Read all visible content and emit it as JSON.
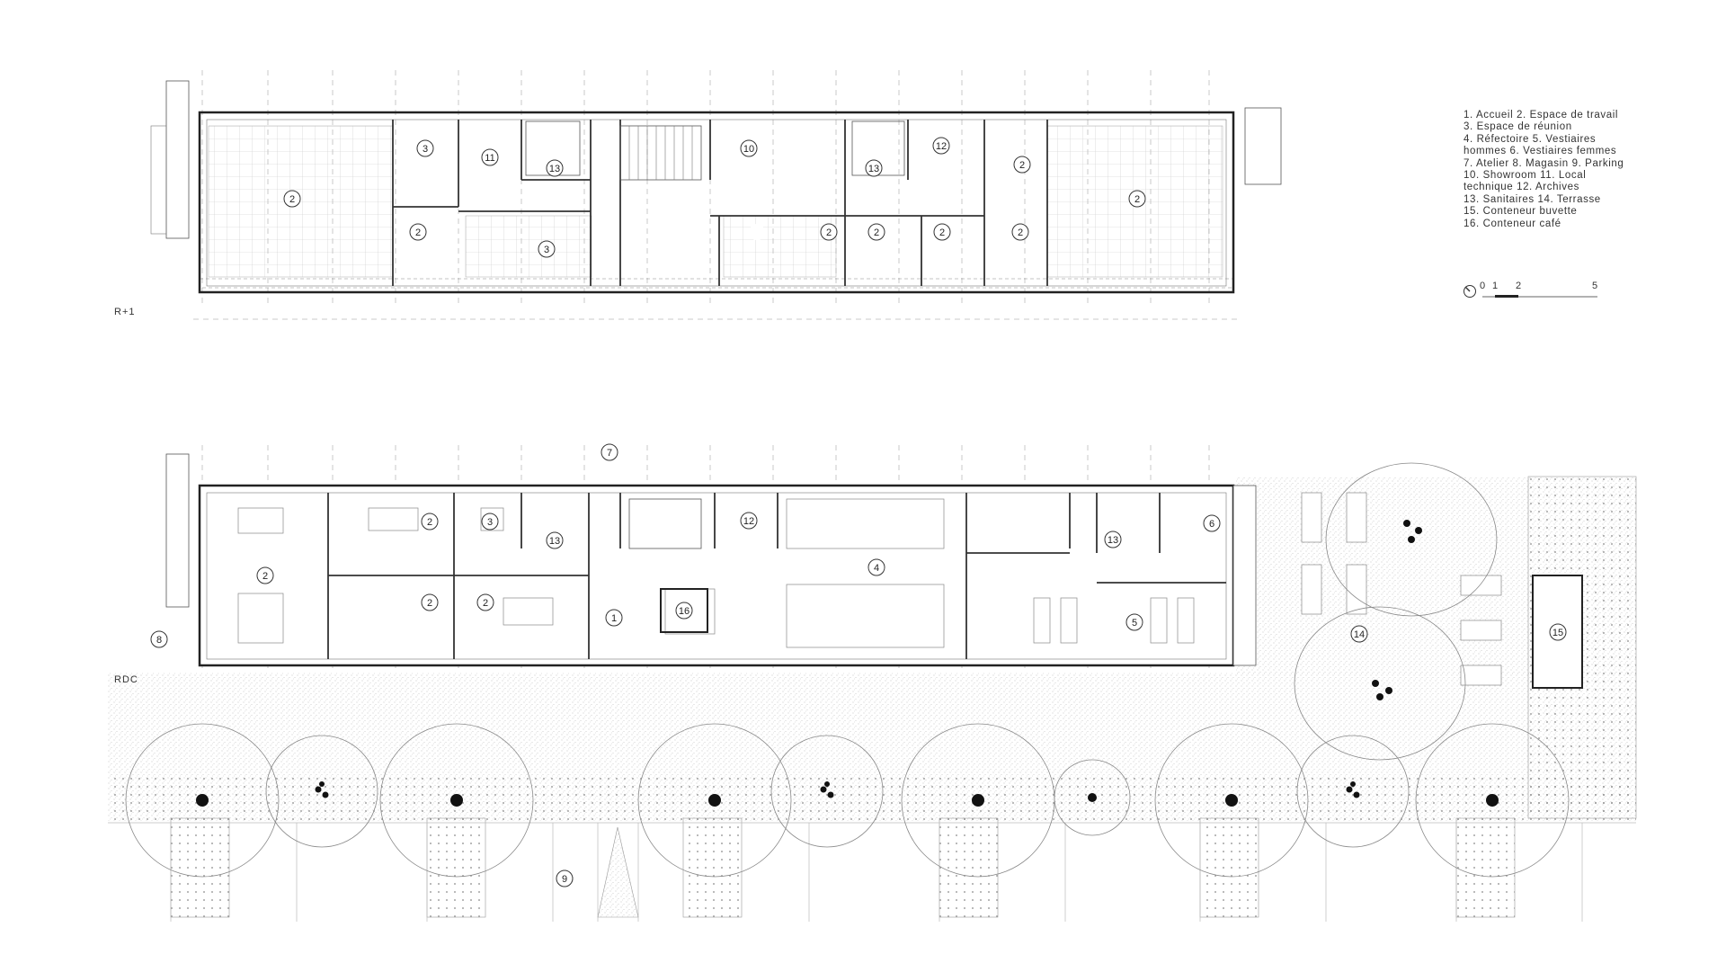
{
  "legend": {
    "lines": [
      "1. Accueil 2. Espace de travail",
      "3. Espace de réunion",
      "4. Réfectoire 5. Vestiaires",
      "hommes 6. Vestiaires femmes",
      "7. Atelier 8. Magasin 9. Parking",
      "10. Showroom 11. Local",
      "technique 12. Archives",
      "13. Sanitaires 14. Terrasse",
      "15. Conteneur buvette",
      "16. Conteneur café"
    ]
  },
  "levels": {
    "upper": "R+1",
    "ground": "RDC"
  },
  "scale": {
    "ticks": [
      "0",
      "1",
      "2",
      "5"
    ]
  },
  "icons": {
    "north": "north-arrow-icon"
  },
  "room_numbers": {
    "upper": [
      "3",
      "11",
      "13",
      "10",
      "13",
      "12",
      "2",
      "2",
      "2",
      "3",
      "2",
      "2",
      "2",
      "2",
      "2",
      "2"
    ],
    "ground": [
      "7",
      "2",
      "3",
      "13",
      "12",
      "13",
      "6",
      "2",
      "2",
      "2",
      "1",
      "16",
      "4",
      "5",
      "8",
      "14",
      "15",
      "9"
    ]
  },
  "colors": {
    "line": "#333333",
    "hatch": "#999999",
    "wall": "#222222"
  }
}
